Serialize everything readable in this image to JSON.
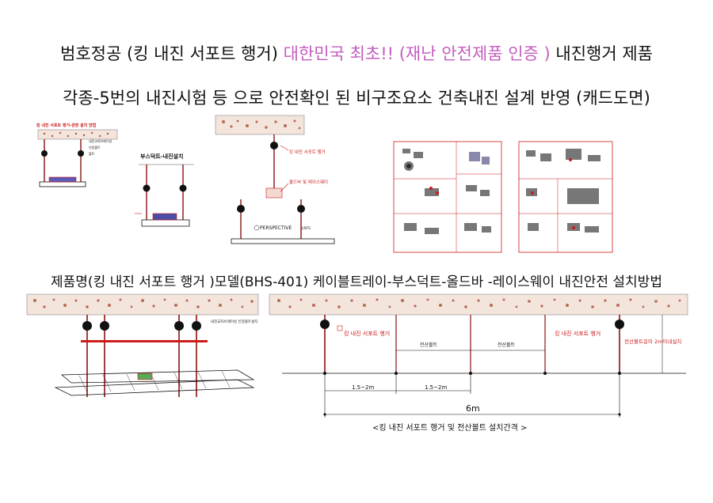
{
  "header": {
    "line1_part1": "범호정공 (킹 내진 서포트 행거)",
    "line1_highlight": "대한민국 최초!! (재난 안전제품 인증 )",
    "line1_part3": "내진행거 제품",
    "line2": "각종-5번의 내진시험 등 으로 안전확인 된 비구조요소 건축내진 설계 반영 (캐드도면)"
  },
  "section_title": "제품명(킹 내진 서포트 행거 )모델(BHS-401) 케이블트레이-부스덕트-올드바 -레이스웨이 내진안전 설치방법",
  "drawing1": {
    "title": "킹 내진 서포트 행거-관련 설치 방법",
    "note1": "내진교차브레이싱",
    "note2": "인장볼트",
    "note3": "볼트"
  },
  "drawing2": {
    "title": "부스덕트-내진설치"
  },
  "drawing3": {
    "label_hanger": "킹 내진 서포트 행거",
    "label_bar": "올드바 및 레이스웨이",
    "label_perspective": "PERSPECTIVE",
    "label_scale": "1/NTS"
  },
  "drawing4": {
    "note": "내진교차브레이싱\n인장볼트설치"
  },
  "drawing5": {
    "label_hanger_left": "킹 내진 서포트 행거",
    "label_hanger_right": "킹 내진 서포트 행거",
    "label_bolt1": "전산볼트",
    "label_bolt2": "전산볼트",
    "label_vertical": "전산볼트길이 2m이내설치",
    "dim1": "1.5~2m",
    "dim2": "1.5~2m",
    "dim_total": "6m",
    "caption": "<킹 내진 서포트 행거 및 전산볼트  설치간격 >"
  },
  "colors": {
    "hanger_red": "#cc1b1b",
    "highlight_pink": "#c45cc0",
    "concrete": "#f2ded5",
    "concrete_dot": "#c86a5a"
  }
}
